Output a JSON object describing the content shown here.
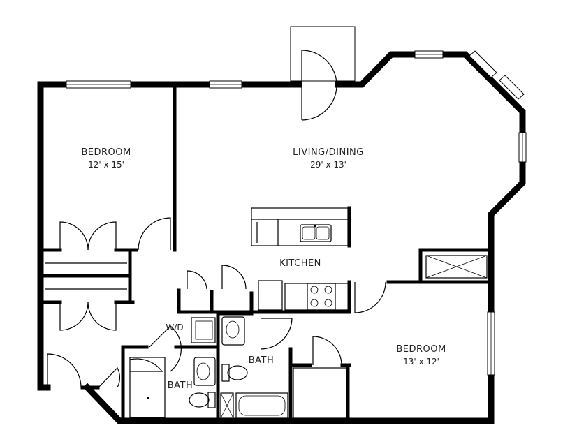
{
  "rooms": {
    "bedroom_1": {
      "name": "BEDROOM",
      "size": "12' x 15'"
    },
    "living_dining": {
      "name": "LIVING/DINING",
      "size": "29' x 13'"
    },
    "kitchen": {
      "name": "KITCHEN"
    },
    "bedroom_2": {
      "name": "BEDROOM",
      "size": "13' x 12'"
    },
    "bath_1": {
      "name": "BATH"
    },
    "bath_2": {
      "name": "BATH"
    },
    "laundry": {
      "name": "W/D"
    }
  },
  "colors": {
    "wall": "#000000",
    "background": "#ffffff"
  }
}
